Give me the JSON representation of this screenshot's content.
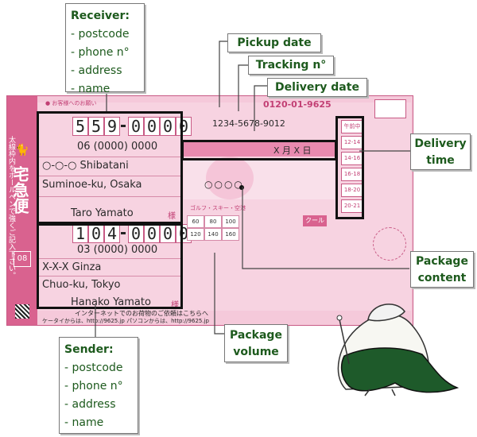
{
  "callouts": {
    "receiver": {
      "title": "Receiver:",
      "items": [
        "- postcode",
        "- phone n°",
        "- address",
        "- name"
      ]
    },
    "sender": {
      "title": "Sender:",
      "items": [
        "- postcode",
        "- phone n°",
        "- address",
        "- name"
      ]
    },
    "pickup_date": "Pickup date",
    "tracking": "Tracking n°",
    "delivery_date": "Delivery date",
    "delivery_time": [
      "Delivery",
      "time"
    ],
    "package_content": [
      "Package",
      "content"
    ],
    "package_volume": [
      "Package",
      "volume"
    ]
  },
  "slip": {
    "brand_vertical": "宅急便",
    "vertical_note": "太線枠内をボールペンで強くご記入下さい。",
    "service_code": "08",
    "phone_number": "0120-01-9625",
    "tracking_number": "1234-5678-9012",
    "delivery_date_text": "X 月 X 日",
    "receiver": {
      "postcode_digits": [
        "5",
        "5",
        "9",
        "0",
        "0",
        "0",
        "0"
      ],
      "phone": "06 (0000) 0000",
      "address1": "○-○-○ Shibatani",
      "address2": "Suminoe-ku, Osaka",
      "name": "Taro Yamato",
      "honorific": "様"
    },
    "sender": {
      "postcode_digits": [
        "1",
        "0",
        "4",
        "0",
        "0",
        "0",
        "0"
      ],
      "phone": "03 (0000) 0000",
      "address1": "X-X-X Ginza",
      "address2": "Chuo-ku, Tokyo",
      "name": "Hanako Yamato",
      "honorific": "様"
    },
    "content_text": "○○○○",
    "time_slots": [
      "午前中",
      "12-14",
      "14-16",
      "16-18",
      "18-20",
      "20-21"
    ],
    "volume_headers": [
      "60",
      "80",
      "100",
      "120",
      "140",
      "160"
    ],
    "golf_text": "ゴルフ・スキー・空港",
    "cool_label": "クール",
    "internet_text": "インターネットでのお荷物のご依頼はこちらへ",
    "mobile_text": "ケータイからは、http://9625.jp パソコンからは、http://9625.jp"
  }
}
